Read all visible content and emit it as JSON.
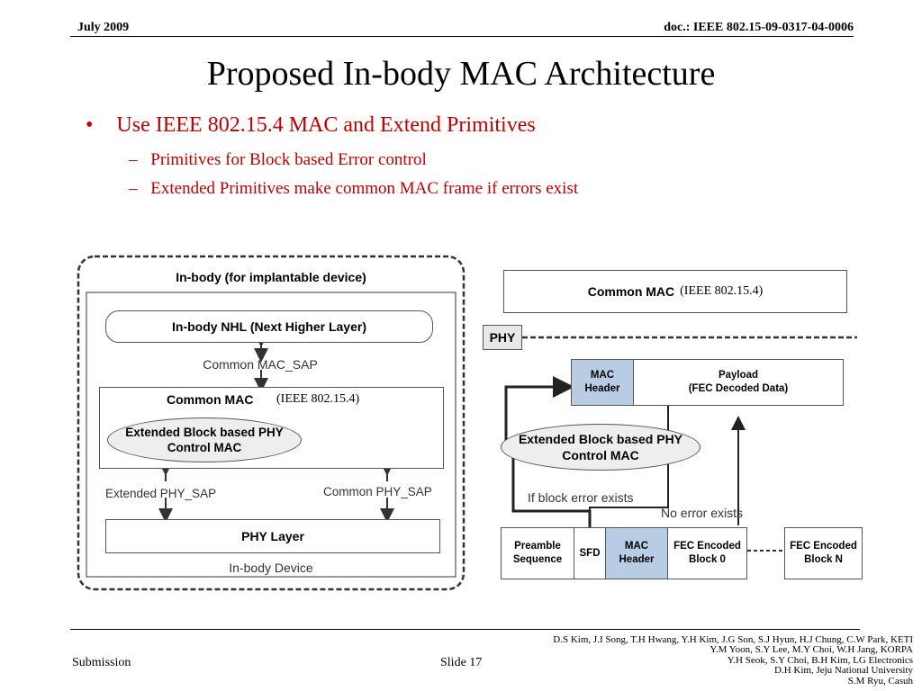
{
  "header": {
    "date": "July 2009",
    "doc_id": "doc.: IEEE 802.15-09-0317-04-0006"
  },
  "slide": {
    "title": "Proposed In-body MAC Architecture",
    "bullet": "Use IEEE 802.15.4 MAC and Extend Primitives",
    "sub_bullets": [
      "Primitives for Block based Error control",
      "Extended Primitives make common MAC frame if errors exist"
    ]
  },
  "left_diagram": {
    "title": "In-body (for implantable device)",
    "nhl": "In-body NHL (Next Higher Layer)",
    "common_mac_sap": "Common MAC_SAP",
    "common_mac": "Common MAC",
    "ieee_note": "(IEEE 802.15.4)",
    "extended_mac": [
      "Extended Block based PHY",
      "Control MAC"
    ],
    "extended_phy_sap": "Extended PHY_SAP",
    "common_phy_sap": "Common PHY_SAP",
    "phy_layer": "PHY Layer",
    "device_label": "In-body Device"
  },
  "right_diagram": {
    "common_mac": "Common MAC",
    "ieee_note": "(IEEE 802.15.4)",
    "phy_label": "PHY",
    "mac_header": [
      "MAC",
      "Header"
    ],
    "payload": [
      "Payload",
      "(FEC Decoded Data)"
    ],
    "extended_mac": [
      "Extended Block based PHY",
      "Control MAC"
    ],
    "if_error": "If block error exists",
    "no_error": "No error exists",
    "frame": {
      "preamble": [
        "Preamble",
        "Sequence"
      ],
      "sfd": "SFD",
      "mac_header": [
        "MAC",
        "Header"
      ],
      "fec0": [
        "FEC Encoded",
        "Block 0"
      ],
      "fecn": [
        "FEC Encoded",
        "Block N"
      ]
    }
  },
  "footer": {
    "left": "Submission",
    "slide_number": "Slide 17",
    "authors": [
      "D.S Kim, J.I Song, T.H Hwang, Y.H Kim, J.G Son, S.J Hyun, H.J Chung, C.W Park, KETI",
      "Y.M Yoon, S.Y Lee, M.Y Choi, W.H Jang, KORPA",
      "Y.H Seok, S.Y Choi, B.H Kim, LG Electronics",
      "D.H Kim, Jeju National University",
      "S.M Ryu, Casuh"
    ]
  }
}
